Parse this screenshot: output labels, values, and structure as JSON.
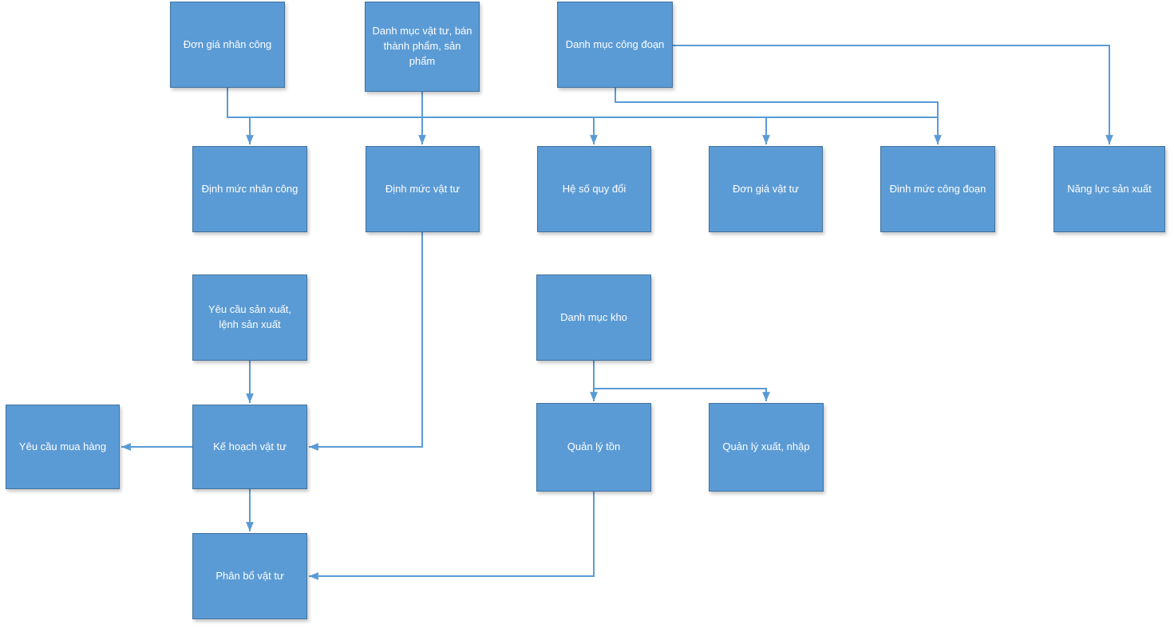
{
  "diagram": {
    "kind": "flowchart",
    "accent_color": "#5b9bd5",
    "border_color": "#41719c",
    "text_color": "#fdfeff",
    "nodes": [
      {
        "id": "don-gia-nhan-cong",
        "label": "Đơn giá nhân công"
      },
      {
        "id": "danh-muc-vat-tu",
        "label": "Danh mục vật tư, bán thành phẩm, sản phẩm"
      },
      {
        "id": "danh-muc-cong-doan",
        "label": "Danh mục công đoạn"
      },
      {
        "id": "dinh-muc-nhan-cong",
        "label": "Định mức nhân công"
      },
      {
        "id": "dinh-muc-vat-tu",
        "label": "Định mức vật tư"
      },
      {
        "id": "he-so-quy-doi",
        "label": "Hệ số quy đổi"
      },
      {
        "id": "don-gia-vat-tu",
        "label": "Đơn giá vật tư"
      },
      {
        "id": "dinh-muc-cong-doan",
        "label": "Đinh mức công đoạn"
      },
      {
        "id": "nang-luc-san-xuat",
        "label": "Năng lực sản xuất"
      },
      {
        "id": "yeu-cau-san-xuat",
        "label": "Yêu cầu sản xuất, lệnh sản xuất"
      },
      {
        "id": "danh-muc-kho",
        "label": "Danh mục kho"
      },
      {
        "id": "yeu-cau-mua-hang",
        "label": "Yêu cầu mua hàng"
      },
      {
        "id": "ke-hoach-vat-tu",
        "label": "Kế hoạch vật tư"
      },
      {
        "id": "quan-ly-ton",
        "label": "Quản lý tồn"
      },
      {
        "id": "quan-ly-xuat-nhap",
        "label": "Quản lý xuất, nhập"
      },
      {
        "id": "phan-bo-vat-tu",
        "label": "Phân bổ vật tư"
      }
    ],
    "edges": [
      {
        "from": "don-gia-nhan-cong",
        "to": "dinh-muc-nhan-cong"
      },
      {
        "from": "don-gia-nhan-cong",
        "to": "he-so-quy-doi"
      },
      {
        "from": "don-gia-nhan-cong",
        "to": "don-gia-vat-tu"
      },
      {
        "from": "danh-muc-vat-tu",
        "to": "dinh-muc-vat-tu"
      },
      {
        "from": "danh-muc-cong-doan",
        "to": "dinh-muc-cong-doan"
      },
      {
        "from": "danh-muc-cong-doan",
        "to": "nang-luc-san-xuat"
      },
      {
        "from": "yeu-cau-san-xuat",
        "to": "ke-hoach-vat-tu"
      },
      {
        "from": "dinh-muc-vat-tu",
        "to": "ke-hoach-vat-tu"
      },
      {
        "from": "ke-hoach-vat-tu",
        "to": "yeu-cau-mua-hang"
      },
      {
        "from": "ke-hoach-vat-tu",
        "to": "phan-bo-vat-tu"
      },
      {
        "from": "danh-muc-kho",
        "to": "quan-ly-ton"
      },
      {
        "from": "danh-muc-kho",
        "to": "quan-ly-xuat-nhap"
      },
      {
        "from": "quan-ly-ton",
        "to": "phan-bo-vat-tu"
      }
    ]
  }
}
